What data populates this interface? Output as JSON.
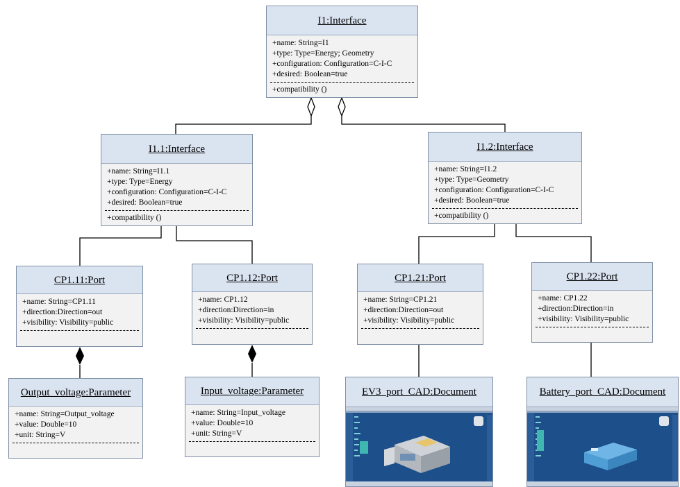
{
  "classes": {
    "i1": {
      "title": "I1:Interface",
      "attrs": [
        "+name: String=I1",
        "+type: Type=Energy; Geometry",
        "+configuration: Configuration=C-I-C",
        "+desired: Boolean=true"
      ],
      "ops": [
        "+compatibility ()"
      ]
    },
    "i11": {
      "title": "I1.1:Interface",
      "attrs": [
        "+name: String=I1.1",
        "+type: Type=Energy",
        "+configuration: Configuration=C-I-C",
        "+desired: Boolean=true"
      ],
      "ops": [
        "+compatibility ()"
      ]
    },
    "i12": {
      "title": "I1.2:Interface",
      "attrs": [
        "+name: String=I1.2",
        "+type: Type=Geometry",
        "+configuration: Configuration=C-I-C",
        "+desired: Boolean=true"
      ],
      "ops": [
        "+compatibility ()"
      ]
    },
    "cp111": {
      "title": "CP1.11:Port",
      "attrs": [
        "+name: String=CP1.11",
        "+direction:Direction=out",
        "+visibility: Visibility=public"
      ]
    },
    "cp112": {
      "title": "CP1.12:Port",
      "attrs": [
        "+name: CP1.12",
        "+direction:Direction=in",
        "+visibility: Visibility=public"
      ]
    },
    "cp121": {
      "title": "CP1.21:Port",
      "attrs": [
        "+name: String=CP1.21",
        "+direction:Direction=out",
        "+visibility: Visibility=public"
      ]
    },
    "cp122": {
      "title": "CP1.22:Port",
      "attrs": [
        "+name: CP1.22",
        "+direction:Direction=in",
        "+visibility: Visibility=public"
      ]
    },
    "outv": {
      "title": "Output_voltage:Parameter",
      "attrs": [
        "+name: String=Output_voltage",
        "+value: Double=10",
        "+unit: String=V"
      ]
    },
    "inv": {
      "title": "Input_voltage:Parameter",
      "attrs": [
        "+name: String=Input_voltage",
        "+value: Double=10",
        "+unit: String=V"
      ]
    }
  },
  "documents": {
    "ev3": {
      "title": "EV3_port_CAD:Document"
    },
    "battery": {
      "title": "Battery_port_CAD:Document"
    }
  },
  "colors": {
    "header_fill": "#dae3f0",
    "body_fill": "#f2f2f2",
    "border": "#7f8fa6",
    "cad_background": "#1d4f8a"
  }
}
